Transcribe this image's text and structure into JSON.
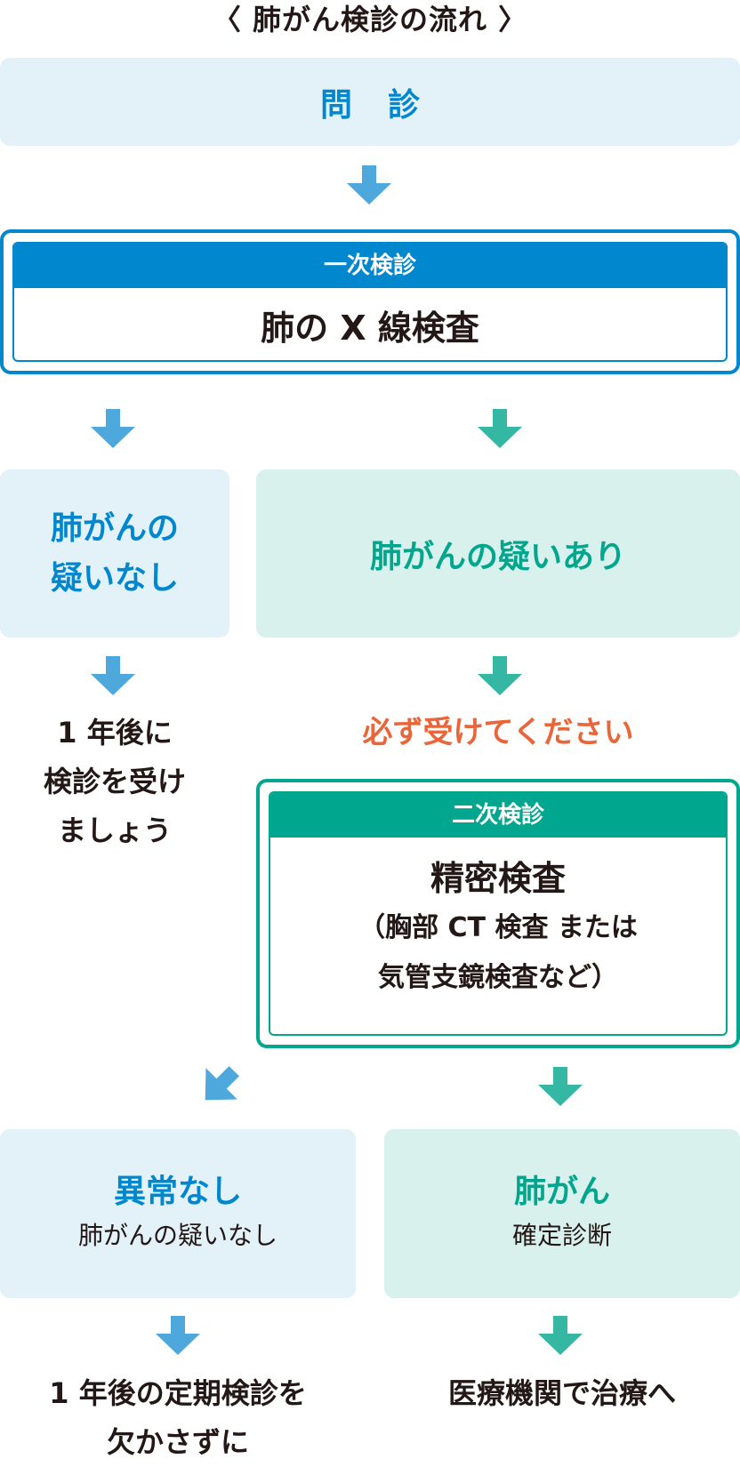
{
  "title": "〈 肺がん検診の流れ 〉",
  "colors": {
    "blue": "#0087CD",
    "blue_arrow": "#4FA8DC",
    "blue_bg": "#E3F1F9",
    "green": "#00A78E",
    "green_arrow": "#35B8A3",
    "green_bg": "#D9F1EC",
    "orange": "#E8663A",
    "text": "#231815"
  },
  "steps": {
    "interview": "問診",
    "primary": {
      "header": "一次検診",
      "body": "肺の X 線検査"
    },
    "no_suspicion": {
      "line1": "肺がんの",
      "line2": "疑いなし"
    },
    "suspicion": "肺がんの疑いあり",
    "yearly": {
      "line1": "1 年後に",
      "line2": "検診を受け",
      "line3": "ましょう"
    },
    "must_take": "必ず受けてください",
    "secondary": {
      "header": "二次検診",
      "main": "精密検査",
      "sub1": "（胸部 CT 検査 または",
      "sub2": "気管支鏡検査など）"
    },
    "normal": {
      "main": "異常なし",
      "sub": "肺がんの疑いなし"
    },
    "cancer": {
      "main": "肺がん",
      "sub": "確定診断"
    },
    "regular": {
      "line1": "1 年後の定期検診を",
      "line2": "欠かさずに"
    },
    "treatment": "医療機関で治療へ"
  },
  "arrows": [
    {
      "id": "interview-to-primary",
      "color": "blue",
      "direction": "down"
    },
    {
      "id": "primary-to-no-suspicion",
      "color": "blue",
      "direction": "down"
    },
    {
      "id": "primary-to-suspicion",
      "color": "green",
      "direction": "down"
    },
    {
      "id": "no-suspicion-to-yearly",
      "color": "blue",
      "direction": "down"
    },
    {
      "id": "suspicion-to-secondary",
      "color": "green",
      "direction": "down"
    },
    {
      "id": "secondary-to-normal",
      "color": "blue",
      "direction": "down-left"
    },
    {
      "id": "secondary-to-cancer",
      "color": "green",
      "direction": "down"
    },
    {
      "id": "normal-to-regular",
      "color": "blue",
      "direction": "down"
    },
    {
      "id": "cancer-to-treatment",
      "color": "green",
      "direction": "down"
    }
  ]
}
